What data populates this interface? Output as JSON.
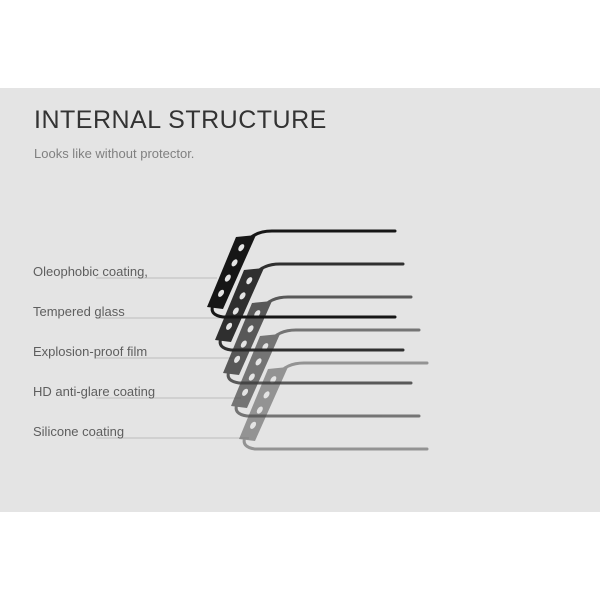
{
  "header": {
    "title": "INTERNAL STRUCTURE",
    "subtitle": "Looks like without protector."
  },
  "layers": [
    {
      "label": "Oleophobic coating,",
      "color": "#161616",
      "opacity": 1.0
    },
    {
      "label": "Tempered glass",
      "color": "#262626",
      "opacity": 0.95
    },
    {
      "label": "Explosion-proof film",
      "color": "#3a3a3a",
      "opacity": 0.82
    },
    {
      "label": "HD anti-glare coating",
      "color": "#4a4a4a",
      "opacity": 0.72
    },
    {
      "label": "Silicone coating",
      "color": "#5e5e5e",
      "opacity": 0.6
    }
  ],
  "colors": {
    "background": "#e4e4e4",
    "leader_line": "#bdbdbd"
  }
}
